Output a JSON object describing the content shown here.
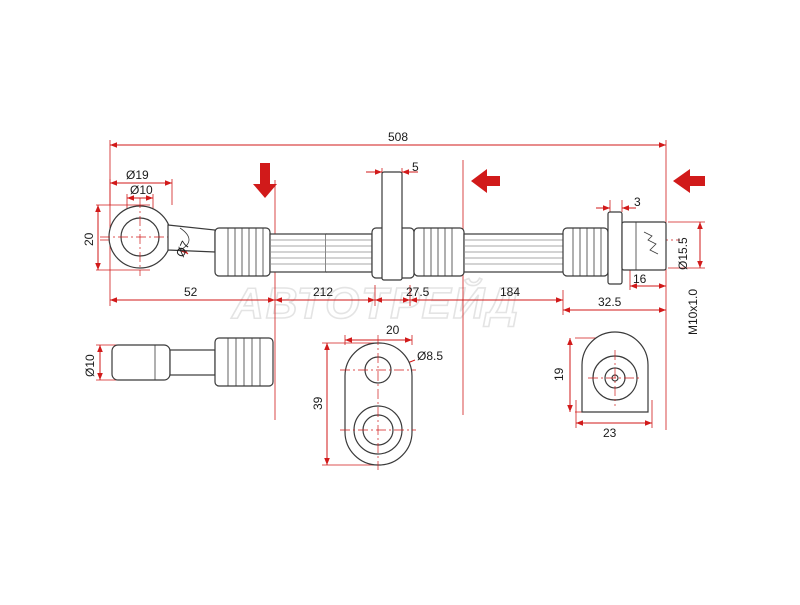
{
  "watermark": "АВТОТРЕЙД",
  "dimensions": {
    "total_length": "508",
    "fitting_width": "5",
    "flange_thickness": "3",
    "eye_outer_dia": "Ø19",
    "eye_inner_dia": "Ø10",
    "eye_height": "20",
    "banjo_bore": "Ø7",
    "fitting_dia": "Ø15.5",
    "left_length": "52",
    "segment_1": "212",
    "segment_2": "27.5",
    "segment_3": "184",
    "right_fitting_length": "32.5",
    "flange_length": "16",
    "thread": "M10x1.0",
    "pipe_dia": "Ø10",
    "bracket_width": "20",
    "bracket_hole": "Ø8.5",
    "bracket_height": "39",
    "end_height": "19",
    "end_width": "23"
  },
  "colors": {
    "dimension": "#d11a1a",
    "arrow": "#d11a1a",
    "outline": "#3a3a3a"
  },
  "icons": [
    "arrow-down-icon",
    "arrow-left-icon",
    "arrow-left-icon"
  ]
}
